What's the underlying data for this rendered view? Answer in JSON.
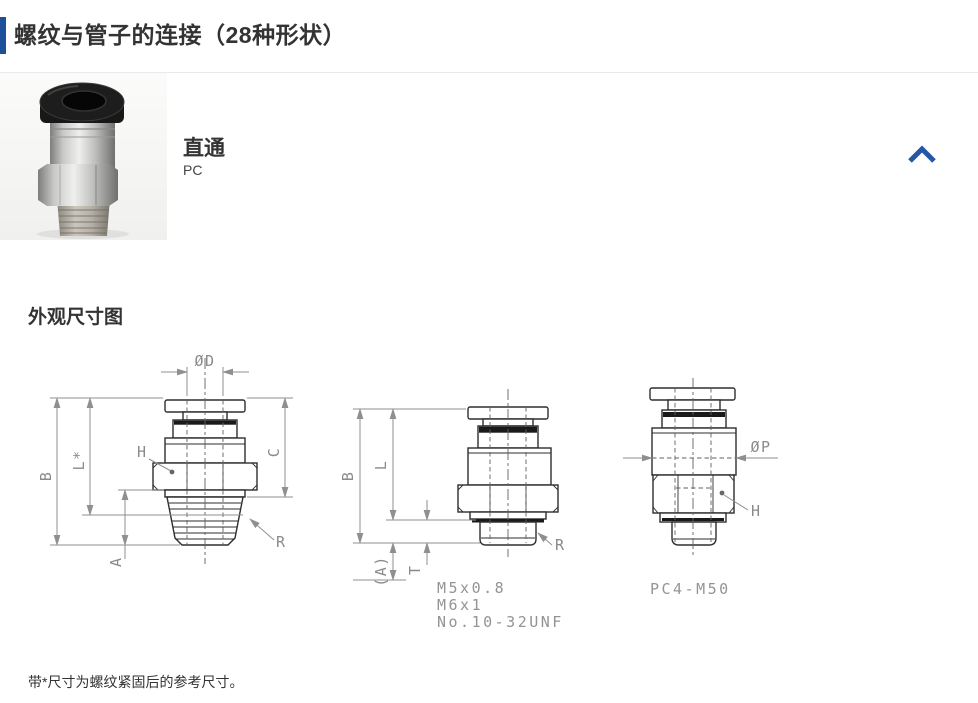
{
  "header": {
    "title": "螺纹与管子的连接（28种形状）",
    "accent_color": "#1e4f9b"
  },
  "product": {
    "name": "直通",
    "code": "PC",
    "collapse_icon": "chevron-up",
    "chevron_color": "#2457a7"
  },
  "section": {
    "title": "外观尺寸图",
    "footnote": "带*尺寸为螺纹紧固后的参考尺寸。"
  },
  "drawings": {
    "d1": {
      "dim_d": "ØD",
      "dim_b": "B",
      "dim_l": "L*",
      "dim_h": "H",
      "dim_c": "C",
      "dim_a": "A",
      "dim_r": "R"
    },
    "d2": {
      "dim_b": "B",
      "dim_l": "L",
      "dim_a": "(A)",
      "dim_t": "T",
      "dim_r": "R",
      "specs": [
        "M5x0.8",
        "M6x1",
        "No.10-32UNF"
      ]
    },
    "d3": {
      "dim_p": "ØP",
      "dim_h": "H",
      "caption": "PC4-M50"
    }
  }
}
